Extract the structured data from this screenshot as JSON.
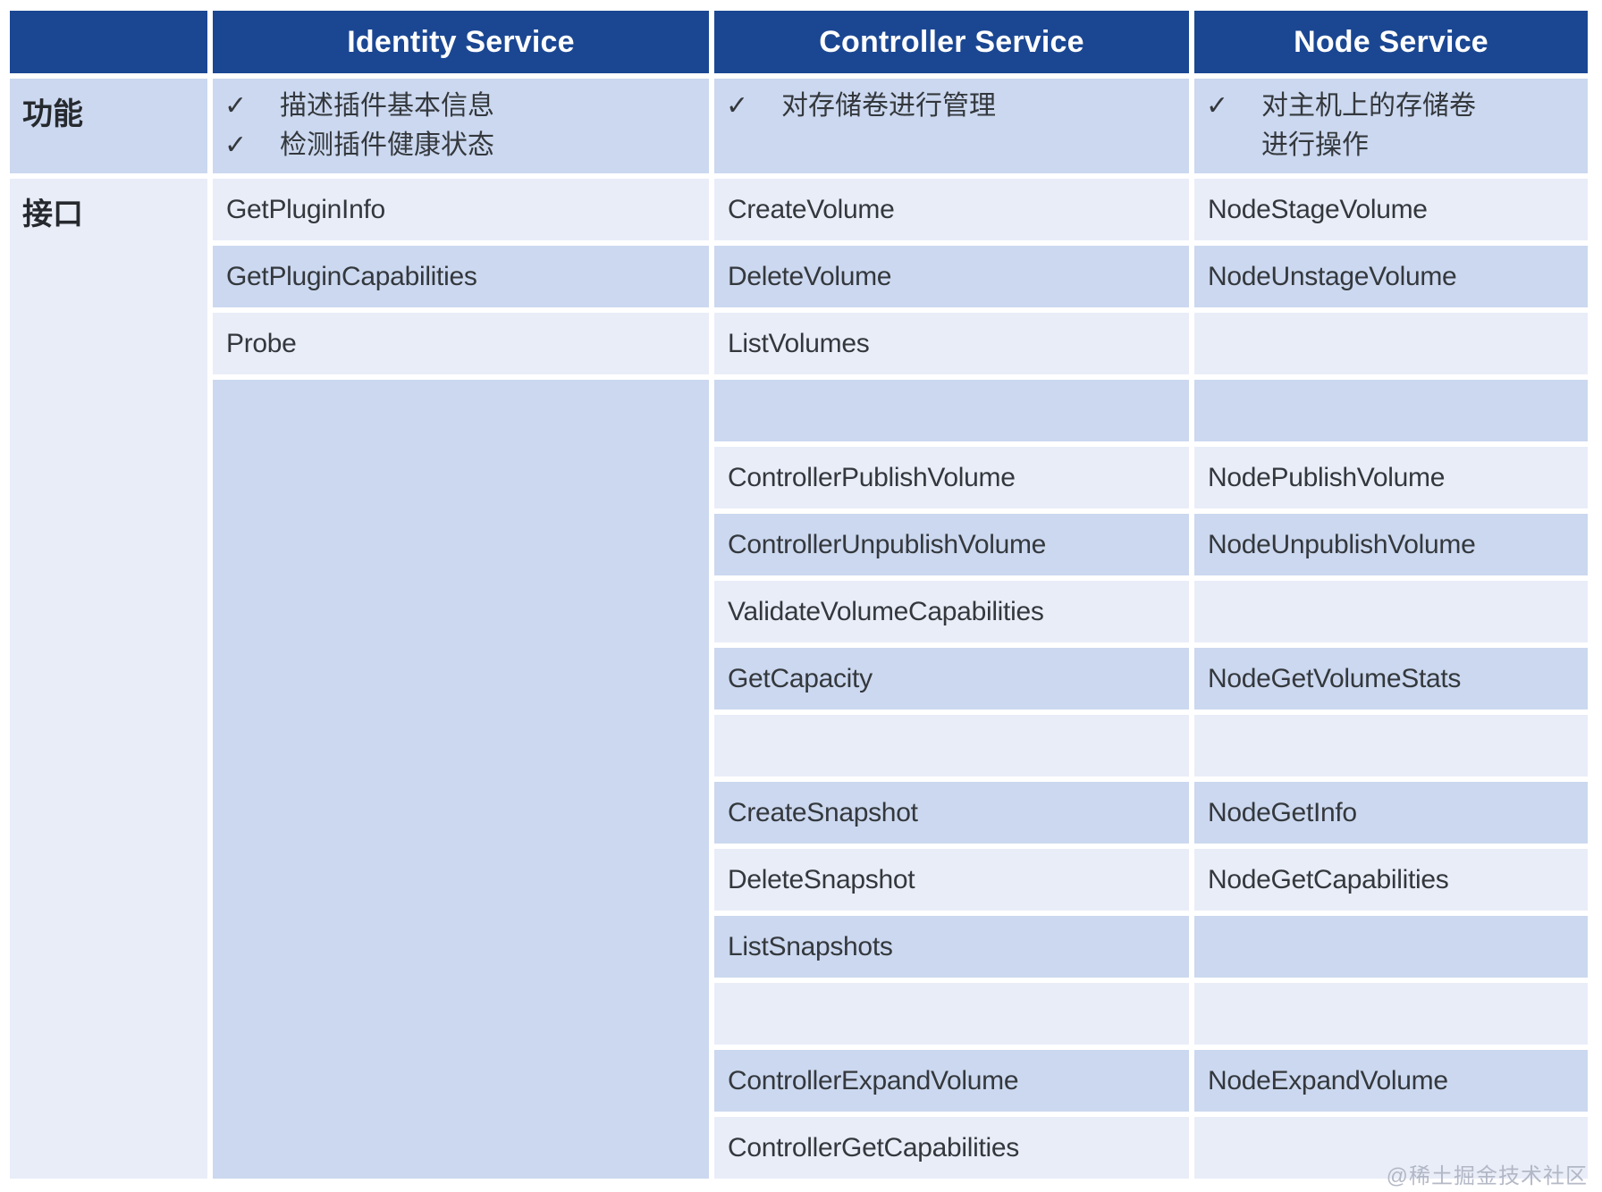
{
  "header": {
    "corner": "",
    "identity": "Identity Service",
    "controller": "Controller Service",
    "node": "Node Service"
  },
  "features": {
    "row_label": "功能",
    "check_glyph": "✓",
    "identity": [
      [
        "描述插件基本信息"
      ],
      [
        "检测插件健康状态"
      ]
    ],
    "controller": [
      [
        "对存储卷进行管理"
      ]
    ],
    "node": [
      [
        "对主机上的存储卷",
        "进行操作"
      ]
    ]
  },
  "interfaces": {
    "row_label": "接口",
    "identity": [
      "GetPluginInfo",
      "GetPluginCapabilities",
      "Probe"
    ],
    "controller": [
      "CreateVolume",
      "DeleteVolume",
      "ListVolumes",
      "",
      "ControllerPublishVolume",
      "ControllerUnpublishVolume",
      "ValidateVolumeCapabilities",
      "GetCapacity",
      "",
      "CreateSnapshot",
      "DeleteSnapshot",
      "ListSnapshots",
      "",
      "ControllerExpandVolume",
      "ControllerGetCapabilities"
    ],
    "node": [
      "NodeStageVolume",
      "NodeUnstageVolume",
      "",
      "",
      "NodePublishVolume",
      "NodeUnpublishVolume",
      "",
      "NodeGetVolumeStats",
      "",
      "NodeGetInfo",
      "NodeGetCapabilities",
      "",
      "",
      "NodeExpandVolume",
      ""
    ]
  },
  "watermark": "@稀土掘金技术社区",
  "colors": {
    "header_bg": "#1B4792",
    "row_light": "#E9EDF8",
    "row_dark": "#CBD8EF",
    "text": "#34383D",
    "label_text": "#26292E",
    "header_text": "#FFFFFF",
    "watermark": "#A9AEBE"
  },
  "chart_data": {
    "type": "table",
    "title": "",
    "columns": [
      "",
      "Identity Service",
      "Controller Service",
      "Node Service"
    ],
    "rows": [
      [
        "功能",
        "✓ 描述插件基本信息 / ✓ 检测插件健康状态",
        "✓ 对存储卷进行管理",
        "✓ 对主机上的存储卷进行操作"
      ],
      [
        "接口",
        "GetPluginInfo",
        "CreateVolume",
        "NodeStageVolume"
      ],
      [
        "",
        "GetPluginCapabilities",
        "DeleteVolume",
        "NodeUnstageVolume"
      ],
      [
        "",
        "Probe",
        "ListVolumes",
        ""
      ],
      [
        "",
        "",
        "",
        ""
      ],
      [
        "",
        "",
        "ControllerPublishVolume",
        "NodePublishVolume"
      ],
      [
        "",
        "",
        "ControllerUnpublishVolume",
        "NodeUnpublishVolume"
      ],
      [
        "",
        "",
        "ValidateVolumeCapabilities",
        ""
      ],
      [
        "",
        "",
        "GetCapacity",
        "NodeGetVolumeStats"
      ],
      [
        "",
        "",
        "",
        ""
      ],
      [
        "",
        "",
        "CreateSnapshot",
        "NodeGetInfo"
      ],
      [
        "",
        "",
        "DeleteSnapshot",
        "NodeGetCapabilities"
      ],
      [
        "",
        "",
        "ListSnapshots",
        ""
      ],
      [
        "",
        "",
        "",
        ""
      ],
      [
        "",
        "",
        "ControllerExpandVolume",
        "NodeExpandVolume"
      ],
      [
        "",
        "",
        "ControllerGetCapabilities",
        ""
      ]
    ],
    "layout": {
      "header_row": true,
      "shading": "body rows alternate dark/light starting dark (功能 row dark)",
      "merged_cells": [
        "row-label column: 接口 spans all interface rows",
        "Identity column: single empty dark cell spans interface rows 4-15"
      ]
    }
  }
}
